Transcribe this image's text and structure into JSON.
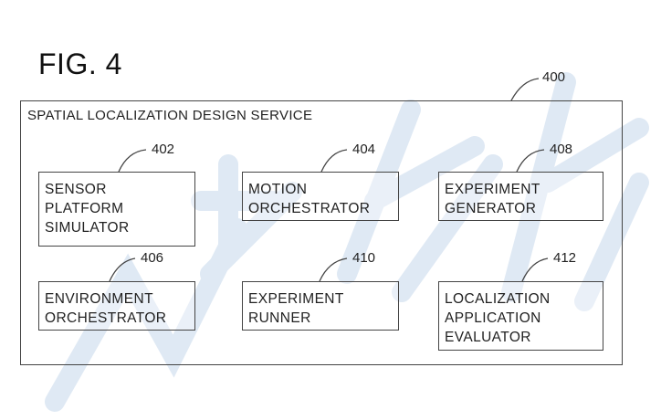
{
  "figure": {
    "title": "FIG. 4"
  },
  "service": {
    "label": "SPATIAL LOCALIZATION DESIGN SERVICE",
    "ref": "400"
  },
  "components": [
    {
      "ref": "402",
      "lines": [
        "SENSOR",
        "PLATFORM",
        "SIMULATOR"
      ]
    },
    {
      "ref": "404",
      "lines": [
        "MOTION",
        "ORCHESTRATOR"
      ]
    },
    {
      "ref": "408",
      "lines": [
        "EXPERIMENT",
        "GENERATOR"
      ]
    },
    {
      "ref": "406",
      "lines": [
        "ENVIRONMENT",
        "ORCHESTRATOR"
      ]
    },
    {
      "ref": "410",
      "lines": [
        "EXPERIMENT",
        "RUNNER"
      ]
    },
    {
      "ref": "412",
      "lines": [
        "LOCALIZATION",
        "APPLICATION",
        "EVALUATOR"
      ]
    }
  ],
  "colors": {
    "line": "#444444",
    "text": "#222222",
    "watermark": "#dbe6f2"
  }
}
